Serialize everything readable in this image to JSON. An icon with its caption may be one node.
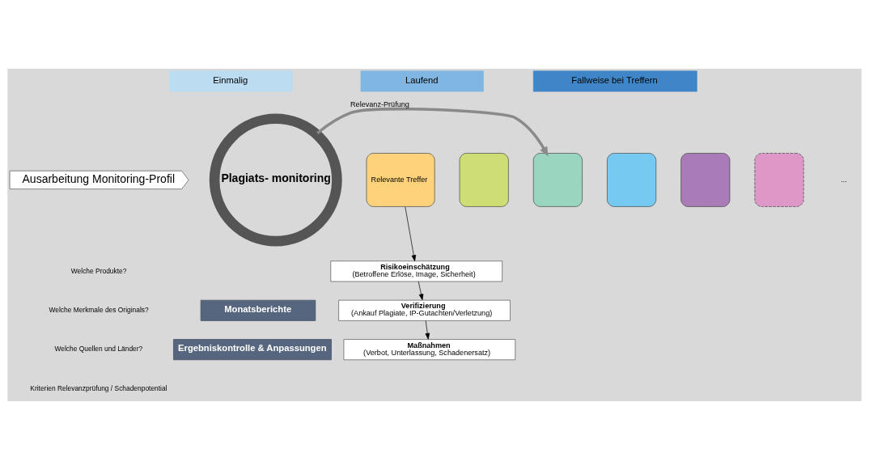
{
  "diagram": {
    "nodes": [
      {
        "text": [
          "Einmalig"
        ]
      },
      {
        "text": [
          "Laufend"
        ]
      },
      {
        "text": [
          "Fallweise bei Treffern"
        ]
      },
      {
        "text": [
          "Ausarbeitung Monitoring-Profil"
        ]
      },
      {
        "text": [
          "Plagiats- monitoring"
        ]
      },
      {
        "text": [
          "Relevante Treffer"
        ]
      },
      {
        "text": [],
        "shape": "box"
      },
      {
        "text": [],
        "shape": "box"
      },
      {
        "text": [],
        "shape": "box"
      },
      {
        "text": [],
        "shape": "box"
      },
      {
        "text": [],
        "shape": "box"
      },
      {
        "text": [
          "Risikoeinschätzung",
          "(Betroffene Erlöse, Image, Sicherheit)"
        ]
      },
      {
        "text": [
          "Verifizierung",
          "(Ankauf Plagiate, IP-Gutachten/Verletzung)"
        ]
      },
      {
        "text": [
          "Maßnahmen",
          "(Verbot, Unterlassung, Schadenersatz)"
        ]
      },
      {
        "text": [
          "Monatsberichte"
        ]
      },
      {
        "text": [
          "Ergebniskontrolle & Anpassungen"
        ]
      }
    ],
    "edges": [
      {
        "from": 4,
        "to": 7,
        "arrow": "to",
        "label": "Relevanz-Prüfung",
        "style": "thick",
        "color": "#8a8a8a"
      },
      {
        "from": 5,
        "to": 11,
        "arrow": "to"
      },
      {
        "from": 11,
        "to": 12,
        "arrow": "to"
      },
      {
        "from": 12,
        "to": 13,
        "arrow": "to"
      }
    ],
    "labels": [
      "Welche Produkte?",
      "Welche Merkmale des Originals?",
      "Welche Quellen und Länder?",
      "Kriterien Relevanzprüfung / Schadenpotential",
      "..."
    ]
  }
}
